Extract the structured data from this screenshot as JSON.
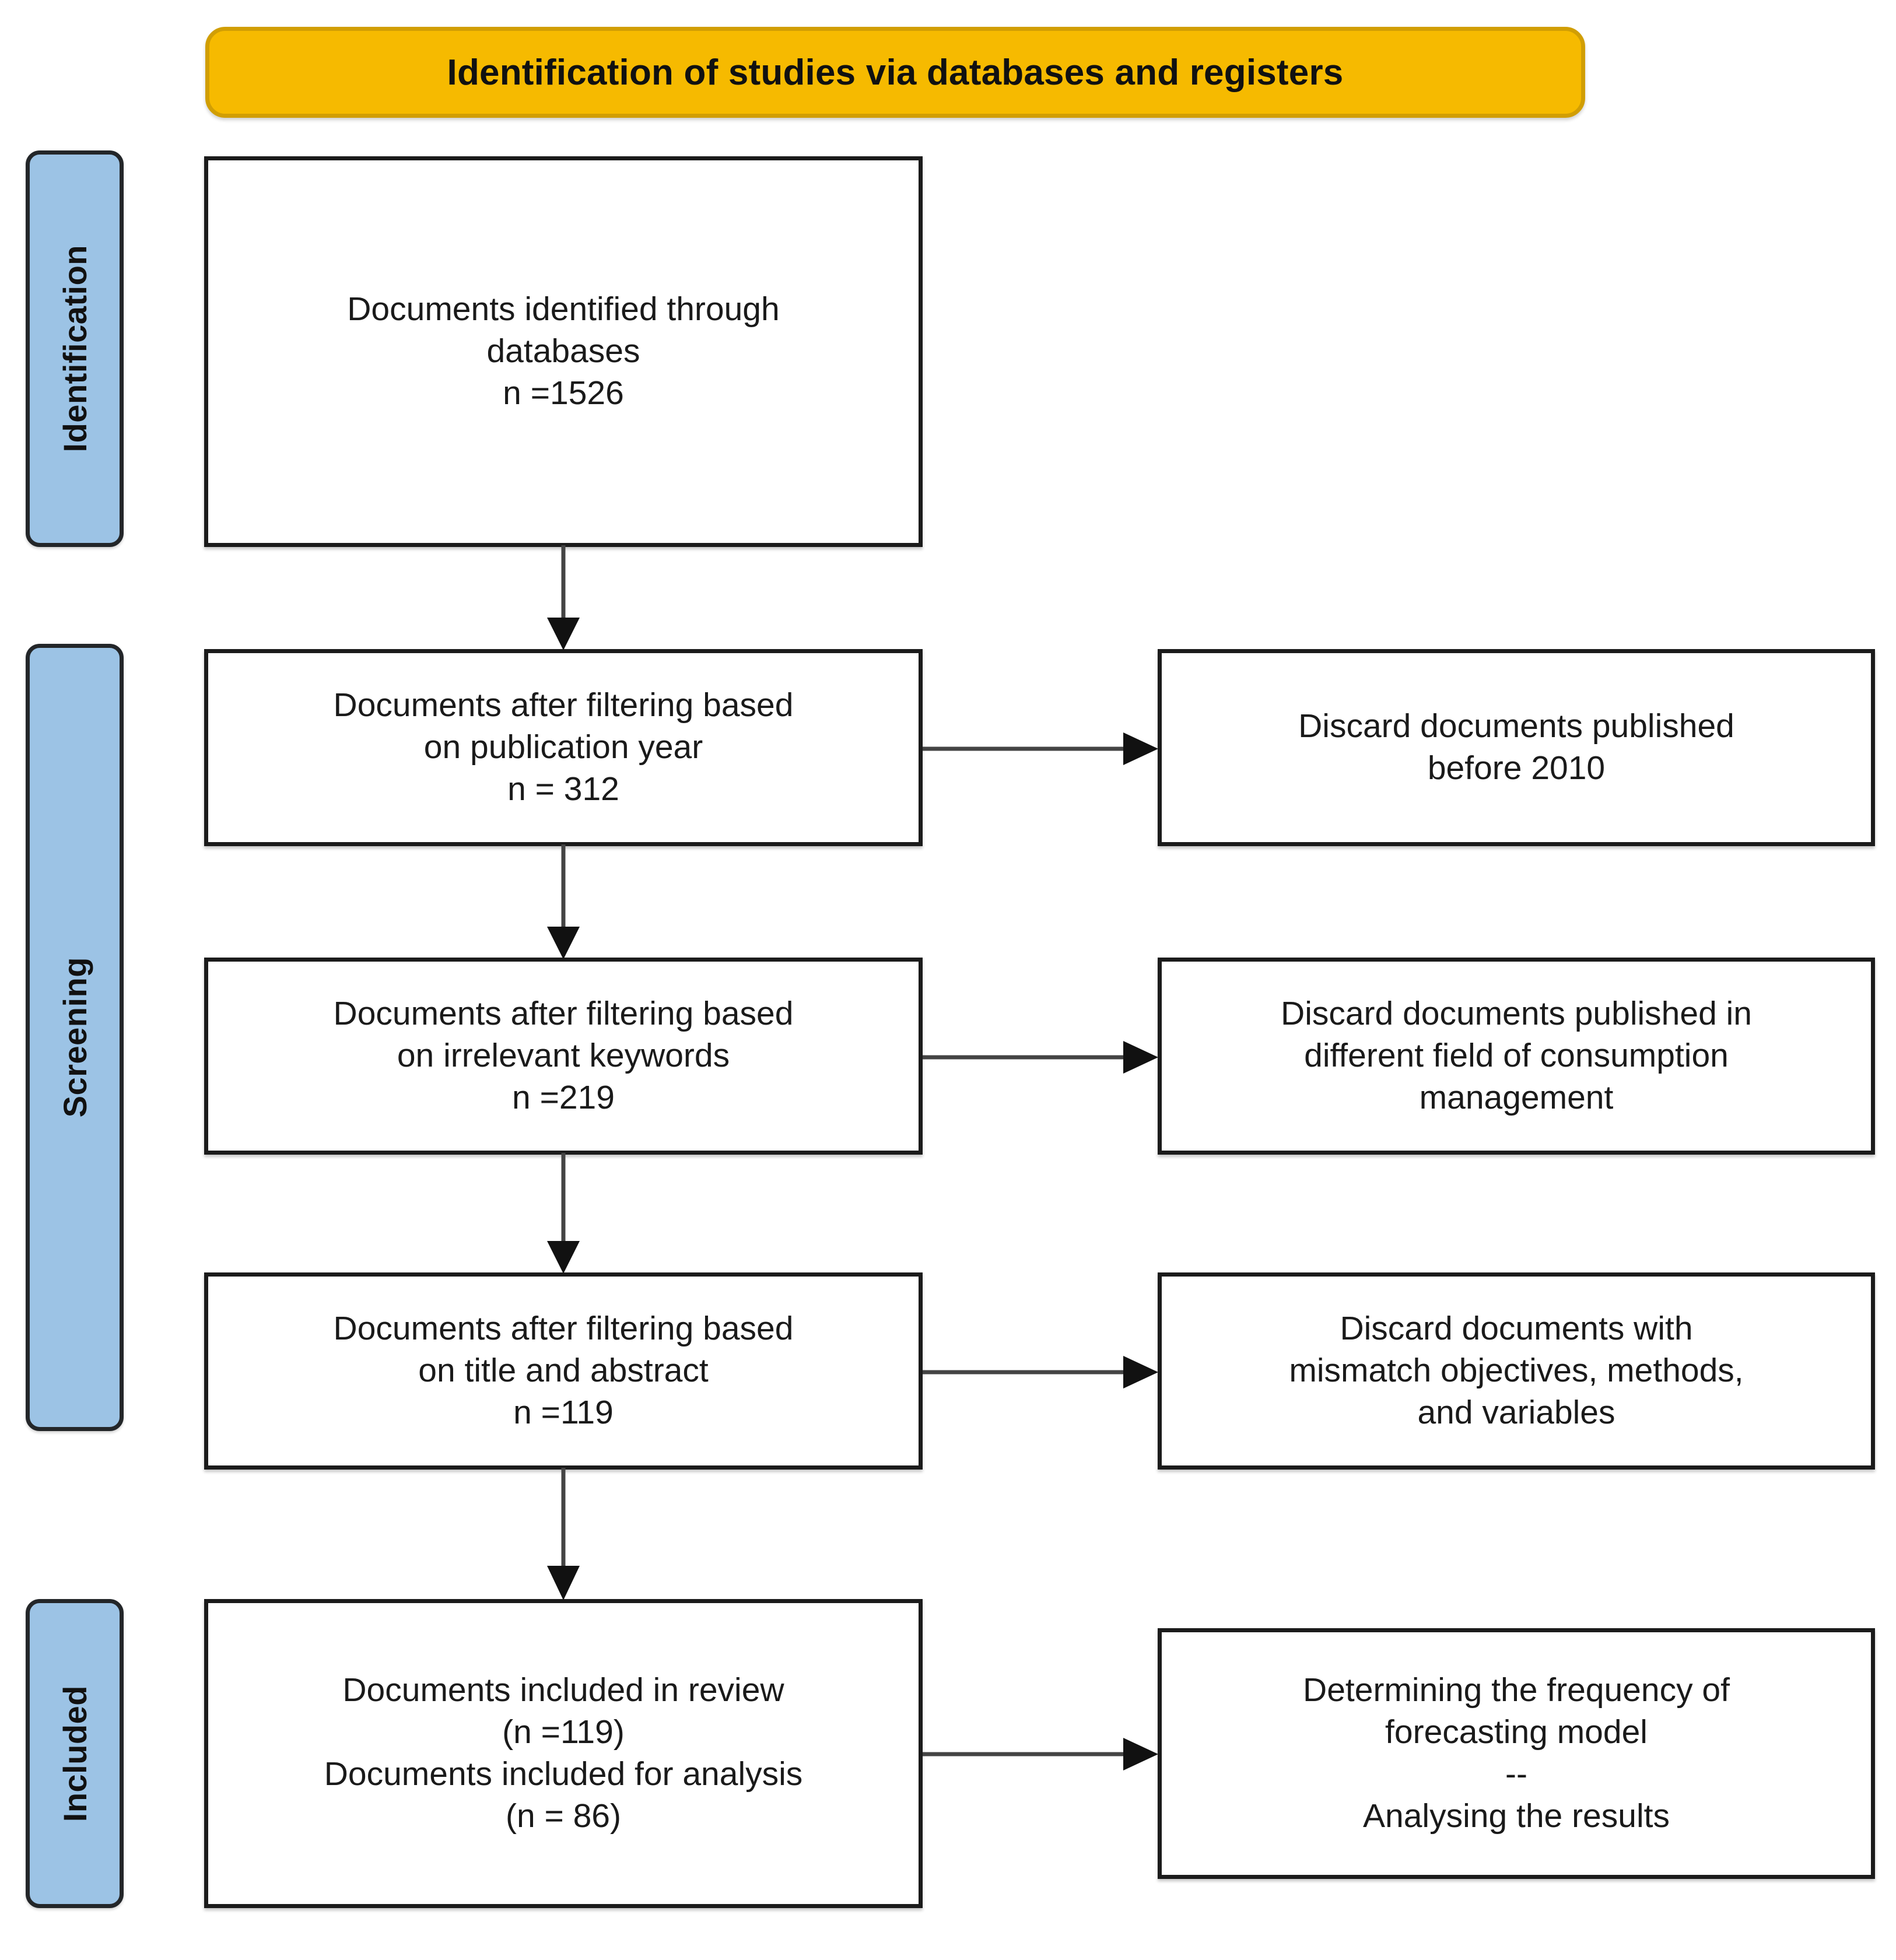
{
  "header": {
    "title": "Identification of studies via databases and registers"
  },
  "colors": {
    "banner_fill": "#F6BA00",
    "banner_border": "#D19E04",
    "stage_fill": "#9CC3E5",
    "stage_border": "#232629",
    "box_border": "#1b1b1b",
    "box_fill": "#FFFFFF",
    "connector": "#444444"
  },
  "stages": [
    {
      "id": "identification",
      "label": "Identification"
    },
    {
      "id": "screening",
      "label": "Screening"
    },
    {
      "id": "included",
      "label": "Included"
    }
  ],
  "boxes": {
    "identified": "Documents identified through\ndatabases\nn =1526",
    "year_filter": "Documents after filtering based\non publication year\nn = 312",
    "keyword_filter": "Documents after filtering based\non irrelevant keywords\nn =219",
    "title_filter": "Documents after filtering based\non title and abstract\nn =119",
    "included": "Documents included in review\n(n =119)\nDocuments included for analysis\n(n = 86)",
    "discard_year": "Discard documents published\nbefore 2010",
    "discard_field": "Discard documents published in\ndifferent field of consumption\nmanagement",
    "discard_mismatch": "Discard documents with\nmismatch objectives, methods,\nand variables",
    "analysis": "Determining the frequency of\nforecasting model\n--\nAnalysing the results"
  },
  "connectors": [
    {
      "id": "identified-to-year",
      "direction": "down",
      "from": "identified",
      "to": "year_filter"
    },
    {
      "id": "year-to-keyword",
      "direction": "down",
      "from": "year_filter",
      "to": "keyword_filter"
    },
    {
      "id": "keyword-to-title",
      "direction": "down",
      "from": "keyword_filter",
      "to": "title_filter"
    },
    {
      "id": "title-to-included",
      "direction": "down",
      "from": "title_filter",
      "to": "included"
    },
    {
      "id": "year-to-discard-year",
      "direction": "right",
      "from": "year_filter",
      "to": "discard_year"
    },
    {
      "id": "keyword-to-discard-field",
      "direction": "right",
      "from": "keyword_filter",
      "to": "discard_field"
    },
    {
      "id": "title-to-discard-mismatch",
      "direction": "right",
      "from": "title_filter",
      "to": "discard_mismatch"
    },
    {
      "id": "included-to-analysis",
      "direction": "right",
      "from": "included",
      "to": "analysis"
    }
  ]
}
